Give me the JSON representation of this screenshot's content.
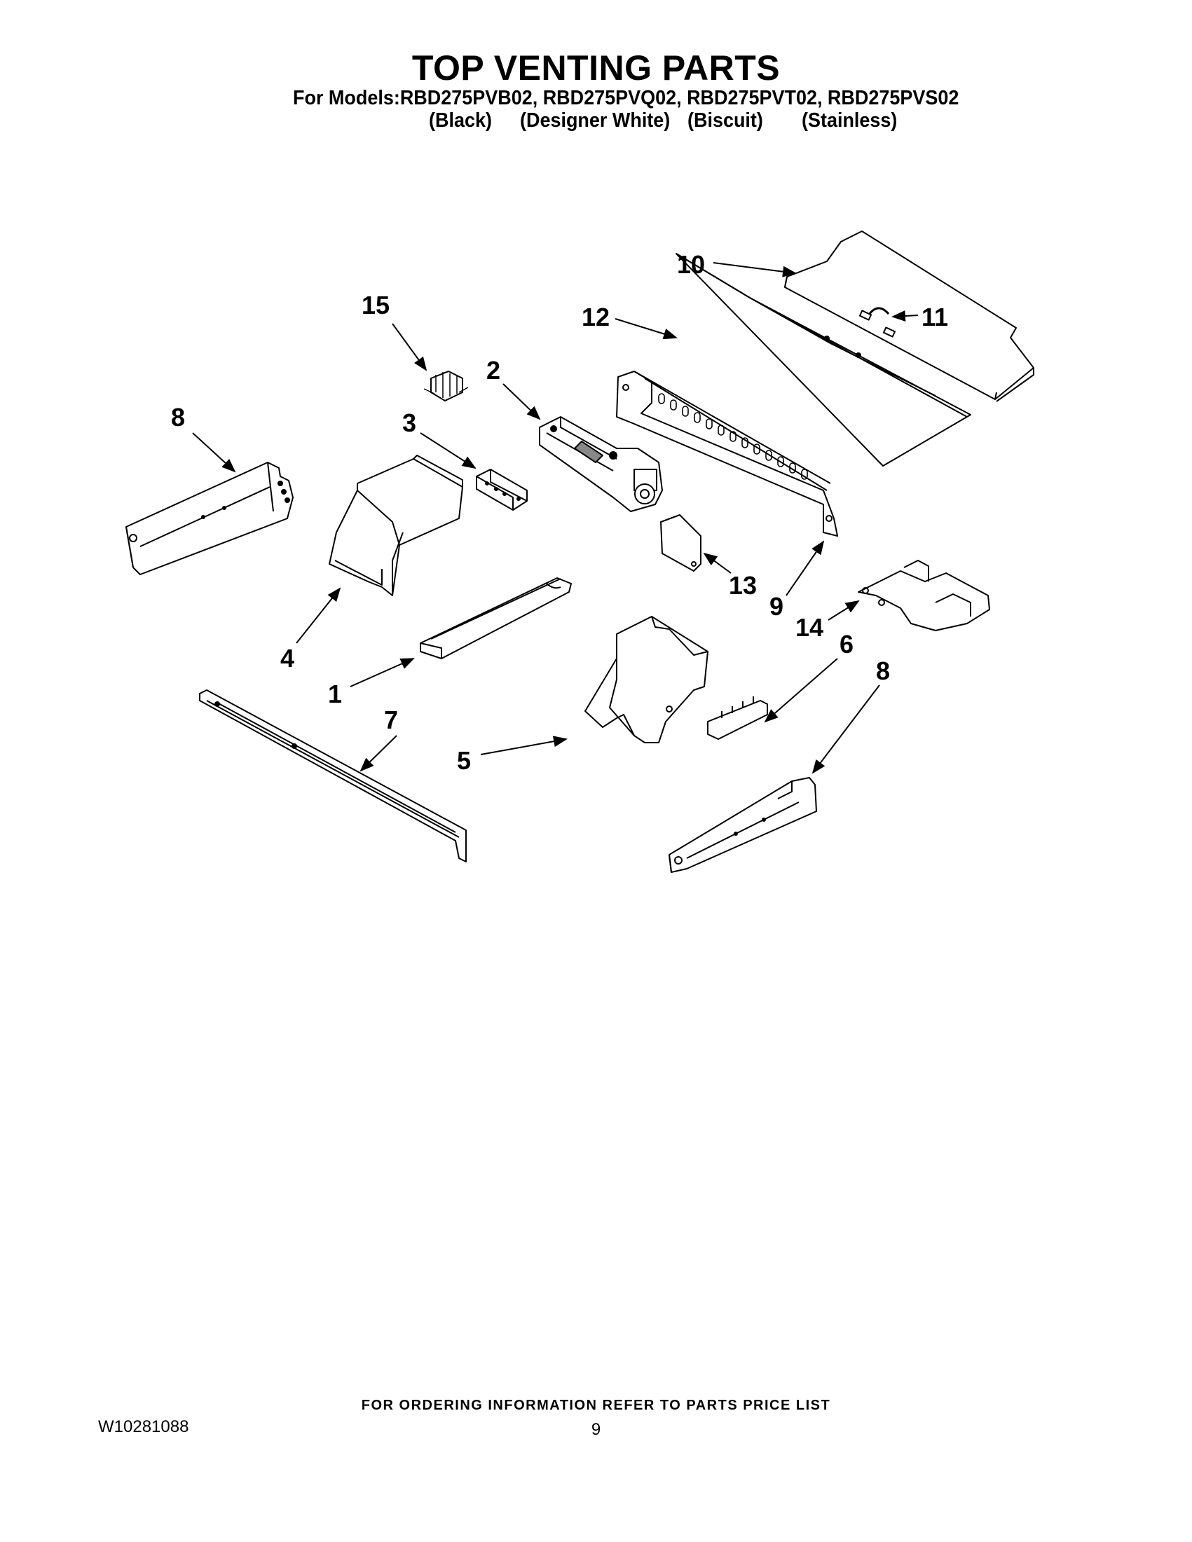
{
  "header": {
    "title": "TOP VENTING PARTS",
    "models_line": "For Models:RBD275PVB02, RBD275PVQ02, RBD275PVT02, RBD275PVS02",
    "finishes": [
      "(Black)",
      "(Designer White)",
      "(Biscuit)",
      "(Stainless)"
    ]
  },
  "diagram": {
    "callouts": [
      "1",
      "2",
      "3",
      "4",
      "5",
      "6",
      "7",
      "8",
      "8",
      "9",
      "10",
      "11",
      "12",
      "13",
      "14",
      "15"
    ]
  },
  "footer": {
    "ordering_note": "FOR ORDERING INFORMATION REFER TO PARTS PRICE LIST",
    "document_number": "W10281088",
    "page_number": "9"
  }
}
